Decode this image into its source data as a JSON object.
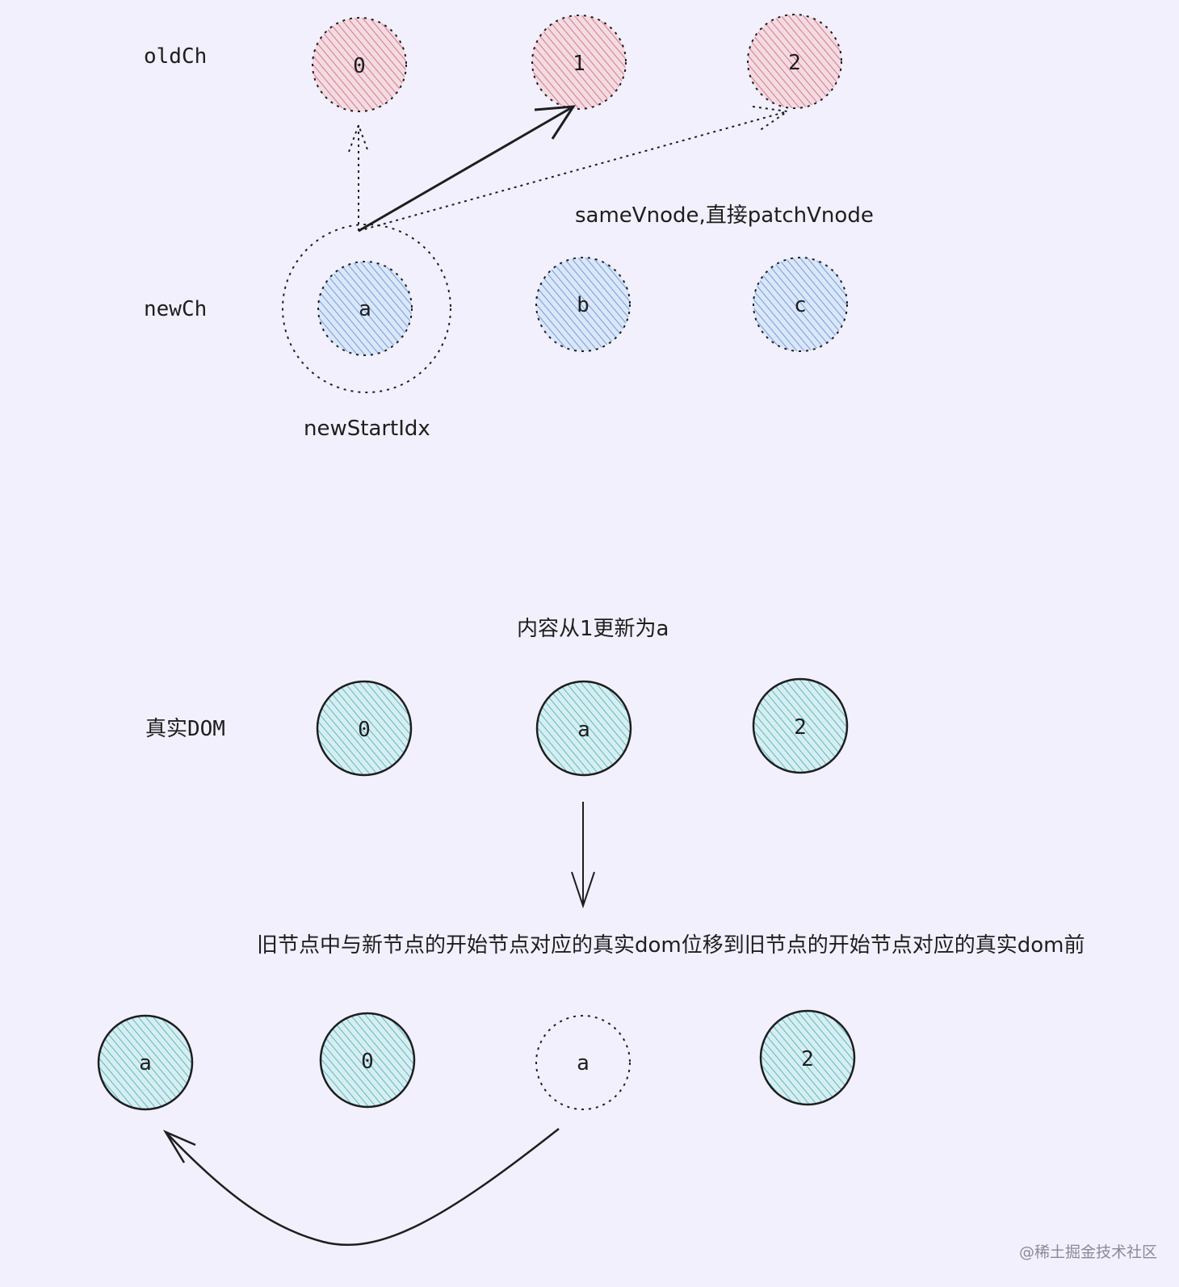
{
  "rows": {
    "old_label": "oldCh",
    "new_label": "newCh",
    "dom_label": "真实DOM"
  },
  "old_nodes": [
    "0",
    "1",
    "2"
  ],
  "new_nodes": [
    "a",
    "b",
    "c"
  ],
  "dom_nodes": [
    "0",
    "a",
    "2"
  ],
  "result_nodes": [
    "a",
    "0",
    "a",
    "2"
  ],
  "annotations": {
    "same_vnode": "sameVnode,直接patchVnode",
    "new_start_idx": "newStartIdx",
    "content_update": "内容从1更新为a",
    "move_desc": "旧节点中与新节点的开始节点对应的真实dom位移到旧节点的开始节点对应的真实dom前"
  },
  "watermark": "@稀土掘金技术社区",
  "colors": {
    "background": "#f1f0fc",
    "old_fill": "#e8a5ad",
    "new_fill": "#8fb6e6",
    "dom_fill": "#86c8d2",
    "stroke": "#1e1e1e"
  }
}
